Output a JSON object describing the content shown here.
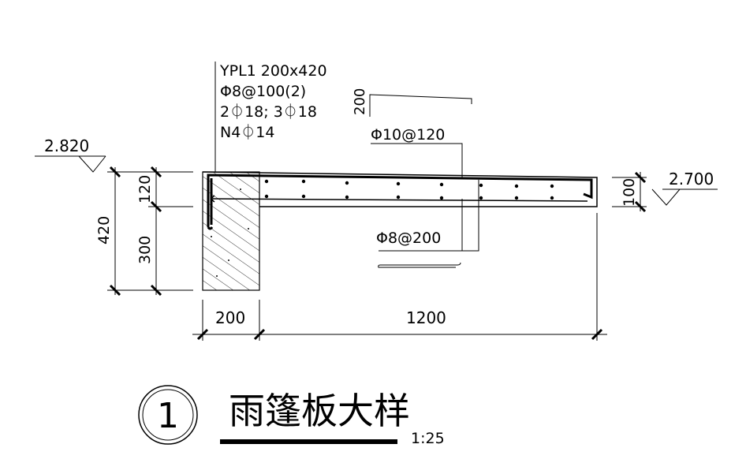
{
  "beam_label": {
    "line1": "YPL1 200x420",
    "line2": "Φ8@100(2)",
    "line3": "2⏀18; 3⏀18",
    "line4": "N4⏀14"
  },
  "rebar": {
    "top": "Φ10@120",
    "bottom": "Φ8@200",
    "hook_len": "200"
  },
  "elevations": {
    "left": "2.820",
    "right": "2.700"
  },
  "dims": {
    "total_height": "420",
    "upper": "120",
    "lower": "300",
    "beam_width": "200",
    "slab_length": "1200",
    "slab_edge": "100"
  },
  "title": {
    "number": "1",
    "text": "雨篷板大样",
    "scale": "1:25"
  }
}
